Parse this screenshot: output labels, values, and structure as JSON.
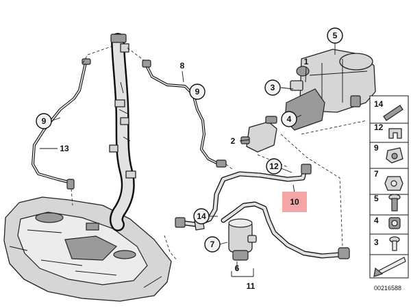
{
  "callouts": {
    "c1": "1",
    "c2": "2",
    "c3": "3",
    "c4": "4",
    "c5": "5",
    "c6": "6",
    "c7": "7",
    "c8": "8",
    "c9a": "9",
    "c9b": "9",
    "c10": "10",
    "c11": "11",
    "c12": "12",
    "c13": "13",
    "c14": "14"
  },
  "legend": {
    "items": [
      "14",
      "12",
      "9",
      "7",
      "5",
      "4",
      "3"
    ]
  },
  "reference_number": "00216588",
  "colors": {
    "highlight": "#f4a6a6",
    "part_fill": "#d6d6d6",
    "outline": "#111111"
  }
}
